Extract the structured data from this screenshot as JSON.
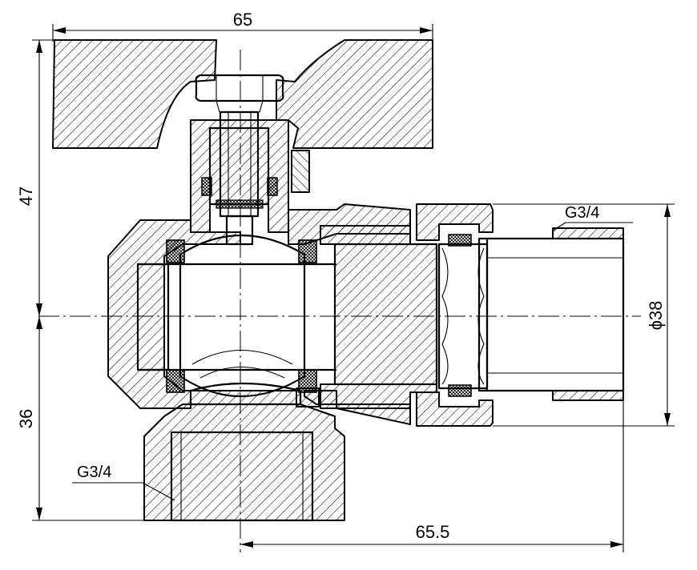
{
  "drawing": {
    "dimensions": {
      "top_width": "65",
      "upper_height": "47",
      "lower_height": "36",
      "horizontal_length": "65.5",
      "diameter": "ϕ38"
    },
    "labels": {
      "thread_right": "G3/4",
      "thread_bottom": "G3/4"
    }
  }
}
